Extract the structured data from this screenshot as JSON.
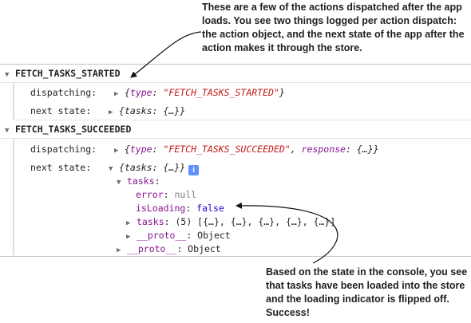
{
  "annotations": {
    "top": "These are a few of the actions dispatched after the app loads. You see two things logged per action dispatch: the action object, and the next state of the app after the action makes it through the store.",
    "bottom": "Based on the state in the console, you see that tasks have been loaded into the store and the loading indicator is flipped off. Success!"
  },
  "icons": {
    "expanded": "triangle-down-icon",
    "collapsed": "triangle-right-icon",
    "info": "info-icon"
  },
  "colors": {
    "property_key": "#881391",
    "string_value": "#c41a16",
    "literal_value": "#1c00cf",
    "null_value": "#7f7f7f",
    "info_badge": "#5f92ff"
  },
  "console": {
    "group1": {
      "title": "FETCH_TASKS_STARTED",
      "dispatching_label": "dispatching:",
      "dispatching_open": "{",
      "type_key": "type",
      "type_value": "\"FETCH_TASKS_STARTED\"",
      "dispatching_close": "}",
      "next_state_label": "next state:",
      "next_state_value": "{tasks: {…}}"
    },
    "group2": {
      "title": "FETCH_TASKS_SUCCEEDED",
      "dispatching_label": "dispatching:",
      "dispatching_open": "{",
      "type_key": "type",
      "type_value": "\"FETCH_TASKS_SUCCEEDED\"",
      "separator": ", ",
      "response_key": "response",
      "response_value": "{…}",
      "dispatching_close": "}",
      "next_state_label": "next state:",
      "next_state_value": "{tasks: {…}}",
      "info_badge": "i",
      "tree": {
        "tasks_key": "tasks",
        "error_key": "error",
        "error_value": "null",
        "is_loading_key": "isLoading",
        "is_loading_value": "false",
        "tasks_array_key": "tasks",
        "tasks_array_value": "(5) [{…}, {…}, {…}, {…}, {…}]",
        "proto_key": "__proto__",
        "proto_value": "Object",
        "outer_proto_key": "__proto__",
        "outer_proto_value": "Object"
      }
    }
  }
}
